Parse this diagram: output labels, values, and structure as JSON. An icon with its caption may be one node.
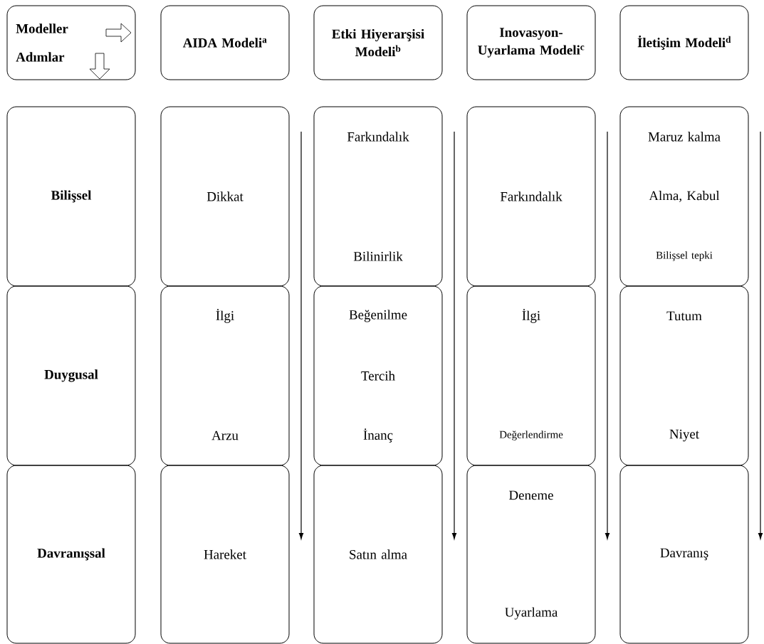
{
  "diagram": {
    "nodes": [
      {
        "text": [
          "Modeller",
          "Adımlar"
        ]
      },
      {
        "text": [
          "AIDA Modeli$^{a}$"
        ]
      },
      {
        "text": [
          "Etki Hiyerarşisi Modeli$^{b}$"
        ]
      },
      {
        "text": [
          "Inovasyon-Uyarlama Modeli$^{c}$"
        ]
      },
      {
        "text": [
          "İletişim Modeli$^{d}$"
        ]
      },
      {
        "text": [
          "Bilişsel"
        ]
      },
      {
        "text": [
          "Dikkat"
        ]
      },
      {
        "text": [
          "Farkındalık",
          "Bilinirlik"
        ]
      },
      {
        "text": [
          "Farkındalık"
        ]
      },
      {
        "text": [
          "Maruz kalma",
          "Alma, Kabul",
          "Bilişsel tepki"
        ]
      },
      {
        "text": [
          "Duygusal"
        ]
      },
      {
        "text": [
          "İlgi",
          "Arzu"
        ]
      },
      {
        "text": [
          "Beğenilme",
          "Tercih",
          "İnanç"
        ]
      },
      {
        "text": [
          "İlgi",
          "Değerlendirme"
        ]
      },
      {
        "text": [
          "Tutum",
          "Niyet"
        ]
      },
      {
        "text": [
          "Davranışsal"
        ]
      },
      {
        "text": [
          "Hareket"
        ]
      },
      {
        "text": [
          "Satın alma"
        ]
      },
      {
        "text": [
          "Deneme",
          "Uyarlama"
        ]
      },
      {
        "text": [
          "Davranış"
        ]
      }
    ]
  }
}
